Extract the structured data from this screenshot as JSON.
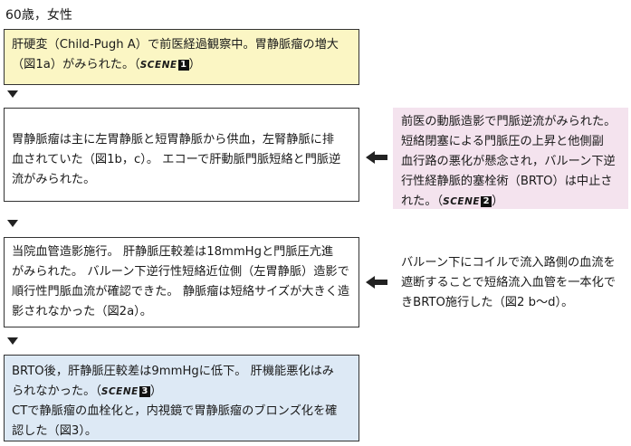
{
  "header": "60歳，女性",
  "box1": {
    "line1": "肝硬変（Child-Pugh A）で前医経過観察中。胃静脈瘤の増大",
    "line2": "（図1a）がみられた。（",
    "scene": "SCENE",
    "scene_num": "1",
    "line2_end": "）"
  },
  "box2": {
    "line1": "胃静脈瘤は主に左胃静脈と短胃静脈から供血，左腎静脈に排",
    "line2": "血されていた（図1b，c）。 エコーで肝動脈門脈短絡と門脈逆",
    "line3": "流がみられた。"
  },
  "side1": {
    "line1": "前医の動脈造影で門脈逆流がみられた。",
    "line2": "短絡閉塞による門脈圧の上昇と他側副",
    "line3": "血行路の悪化が懸念され，バルーン下逆",
    "line4": "行性経静脈的塞栓術（BRTO）は中止さ",
    "line5": "れた。（",
    "scene": "SCENE",
    "scene_num": "2",
    "line5_end": "）"
  },
  "box3": {
    "line1": "当院血管造影施行。 肝静脈圧較差は18mmHgと門脈圧亢進",
    "line2": "がみられた。 バルーン下逆行性短絡近位側（左胃静脈）造影で",
    "line3": "順行性門脈血流が確認できた。 静脈瘤は短絡サイズが大きく造",
    "line4": "影されなかった（図2a）。"
  },
  "side2": {
    "line1": "バルーン下にコイルで流入路側の血流を",
    "line2": "遮断することで短絡流入血管を一本化で",
    "line3": "きBRTO施行した（図2 b～d）。"
  },
  "box4": {
    "line1": "BRTO後，肝静脈圧較差は9mmHgに低下。 肝機能悪化はみ",
    "line2": "られなかった。（",
    "scene": "SCENE",
    "scene_num": "3",
    "line2_end": "）",
    "line3": "CTで静脈瘤の血栓化と，内視鏡で胃静脈瘤のブロンズ化を確",
    "line4": "認した（図3）。"
  }
}
